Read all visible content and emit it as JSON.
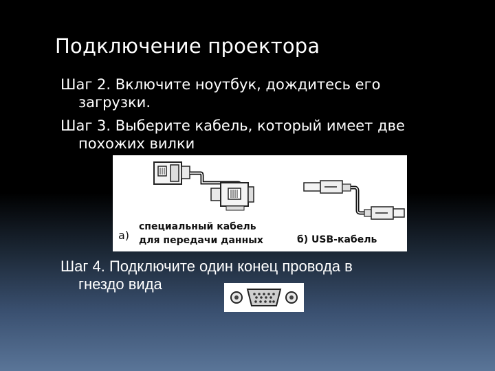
{
  "slide": {
    "title": "Подключение  проектора",
    "step2": {
      "label": "Шаг 2.",
      "line1": " Включите ноутбук, дождитесь его",
      "line2": "загрузки."
    },
    "step3": {
      "label": "Шаг 3.",
      "line1": " Выберите кабель, который имеет две",
      "line2": "похожих вилки"
    },
    "step4": {
      "line1": "Шаг 4. Подключите один конец провода в",
      "line2": "гнездо вида"
    }
  },
  "figure": {
    "caption_a_letter": "а)",
    "caption_a_line1": "специальный кабель",
    "caption_a_line2": "для передачи данных",
    "caption_b": "б)  USB-кабель"
  },
  "icons": [
    "vga-cable-icon",
    "usb-cable-icon",
    "vga-port-icon"
  ]
}
